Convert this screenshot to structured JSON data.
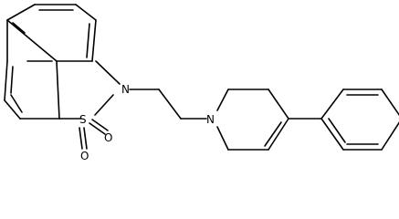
{
  "structure": {
    "atoms": {
      "n_sultam": "N",
      "s_sultam": "S",
      "o_upper": "O",
      "o_lower": "O",
      "n_piperidine": "N"
    }
  }
}
